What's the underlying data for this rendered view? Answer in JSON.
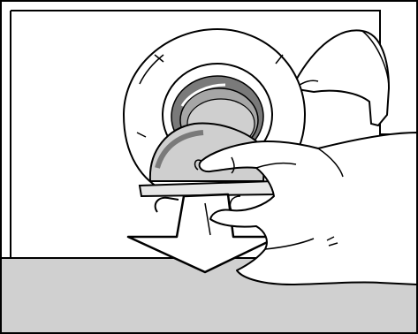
{
  "illustration": {
    "subject": "filter-removal",
    "colors": {
      "outline": "#000000",
      "panel_fill": "#ffffff",
      "lower_panel_fill": "#d0d0d0",
      "shade_dark": "#7a7a7a",
      "shade_mid": "#a6a6a6",
      "shade_light": "#cfcfcf"
    },
    "icons": [
      "appliance-front-panel",
      "filter-housing",
      "filter-flap",
      "filter-cap",
      "hand",
      "arrow-down-icon"
    ]
  }
}
